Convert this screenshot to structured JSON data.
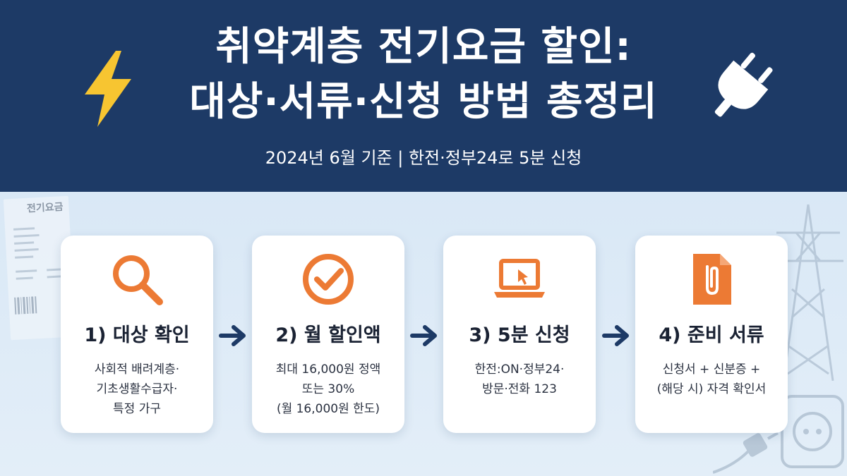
{
  "header": {
    "title_line1": "취약계층 전기요금 할인:",
    "title_line2": "대상·서류·신청 방법 총정리",
    "subtitle": "2024년 6월 기준 | 한전·정부24로 5분 신청",
    "background_color": "#1d3a66"
  },
  "background": {
    "receipt_title": "전기요금"
  },
  "steps": [
    {
      "icon": "magnifier-icon",
      "title": "1) 대상 확인",
      "desc": [
        "사회적 배려계층·",
        "기초생활수급자·",
        "특정 가구"
      ]
    },
    {
      "icon": "check-circle-icon",
      "title": "2) 월 할인액",
      "desc": [
        "최대 16,000원 정액",
        "또는 30%",
        "(월 16,000원 한도)"
      ]
    },
    {
      "icon": "laptop-icon",
      "title": "3) 5분 신청",
      "desc": [
        "한전:ON·정부24·",
        "방문·전화 123"
      ]
    },
    {
      "icon": "document-clip-icon",
      "title": "4) 준비 서류",
      "desc": [
        "신청서 + 신분증 +",
        "(해당 시) 자격 확인서"
      ]
    }
  ],
  "colors": {
    "accent_orange": "#ec7a34",
    "arrow_navy": "#1d3a66",
    "bolt_yellow": "#f7c531"
  }
}
